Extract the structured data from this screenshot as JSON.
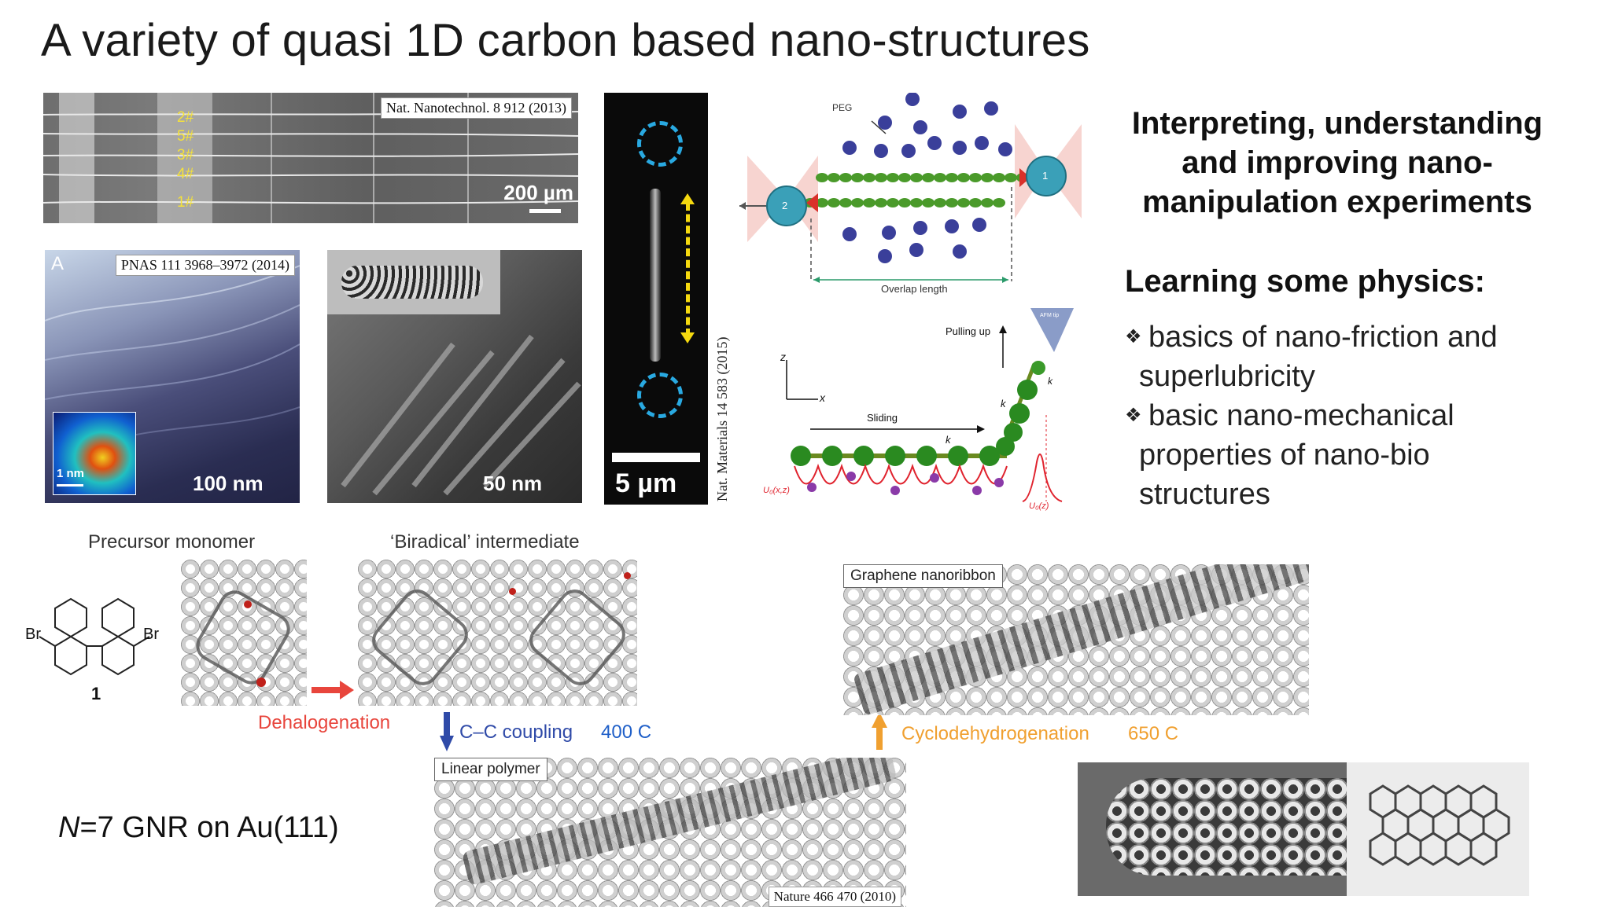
{
  "slide": {
    "title": "A variety of quasi 1D carbon based nano-structures"
  },
  "panels": {
    "sem": {
      "citation": "Nat. Nanotechnol. 8 912 (2013)",
      "scale": "200 µm",
      "tube_labels": [
        "2#",
        "5#",
        "3#",
        "4#",
        "1#"
      ]
    },
    "stm_large": {
      "panel_letter": "A",
      "citation": "PNAS 111 3968–3972 (2014)",
      "inset_scale": "1 nm",
      "scale": "100 nm"
    },
    "stm_zoom": {
      "scale": "50 nm"
    },
    "fluorescence": {
      "scale": "5 µm",
      "citation": "Nat. Materials 14 583 (2015)"
    },
    "schematic_top": {
      "peg_label": "PEG",
      "overlap_label": "Overlap length",
      "bead_left": "2",
      "bead_right": "1"
    },
    "schematic_bottom": {
      "pulling_label": "Pulling up",
      "afm_label": "AFM tip",
      "sliding_label": "Sliding",
      "z_axis": "z",
      "x_axis": "x",
      "spring_k": "k",
      "spring_ktip": "k",
      "potential_x": "U₀(x,z)",
      "potential_z": "U₀(z)"
    },
    "synthesis": {
      "precursor_title": "Precursor monomer",
      "biradical_title": "‘Biradical’ intermediate",
      "br_left": "Br",
      "br_right": "Br",
      "molecule_number": "1",
      "dehalogenation": "Dehalogenation",
      "coupling": "C–C coupling",
      "coupling_temp": "400 C",
      "linear_polymer": "Linear polymer",
      "graphene_nanoribbon": "Graphene nanoribbon",
      "cyclodehydrogenation": "Cyclodehydrogenation",
      "cyclo_temp": "650 C",
      "citation": "Nature 466 470 (2010)",
      "gnr_label_n": "N",
      "gnr_label_rest": "=7 GNR on Au(111)"
    }
  },
  "text_block": {
    "heading": [
      "Interpreting, understanding",
      "and improving nano-",
      "manipulation experiments"
    ],
    "subheading": "Learning some physics:",
    "bullets": [
      [
        "basics of nano-friction and",
        "superlubricity"
      ],
      [
        "basic nano-mechanical",
        "properties of nano-bio",
        "structures"
      ]
    ]
  },
  "colors": {
    "dehalogenation": "#e8453c",
    "coupling": "#2f4aa8",
    "coupling_temp": "#1f5fc8",
    "cyclo": "#f0a030",
    "dashed_circle": "#29a9e1",
    "dashed_arrow": "#f5d90f",
    "bead": "#3aa0b8",
    "chain_green": "#4a9a2a"
  }
}
